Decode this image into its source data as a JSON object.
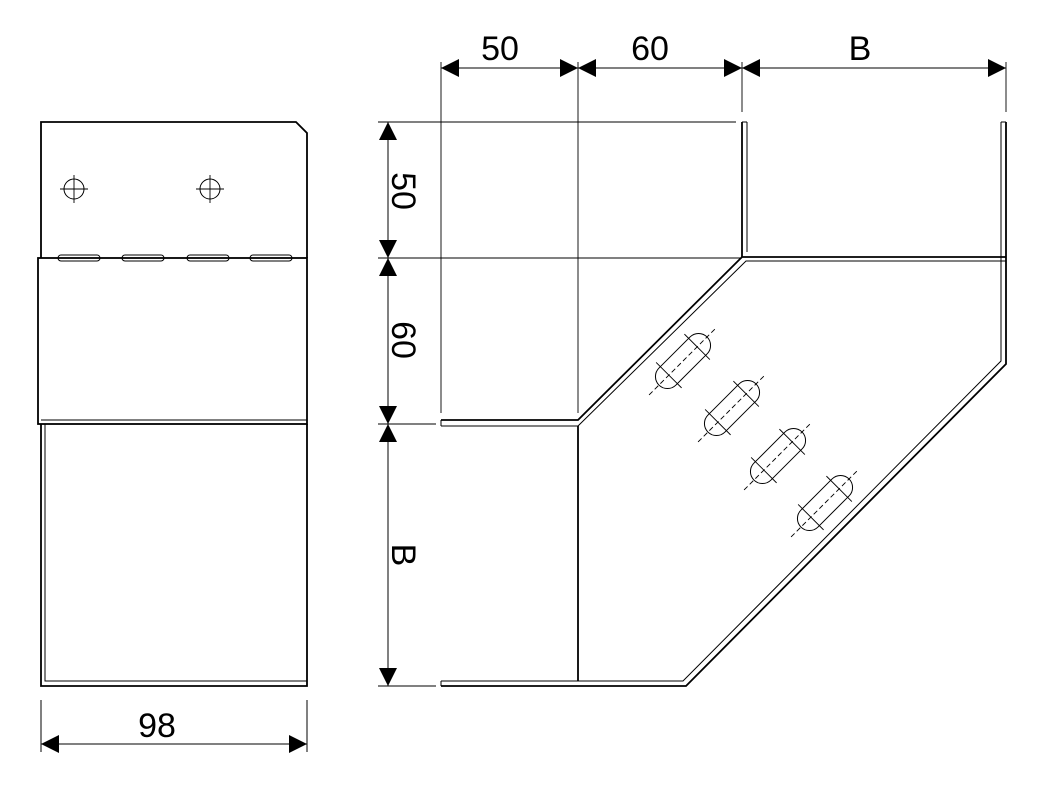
{
  "dimensions": {
    "top_50": "50",
    "top_60": "60",
    "top_b": "B",
    "side_50": "50",
    "side_60": "60",
    "side_b": "B",
    "bottom_98": "98"
  },
  "colors": {
    "line": "#000000",
    "background": "#ffffff"
  }
}
